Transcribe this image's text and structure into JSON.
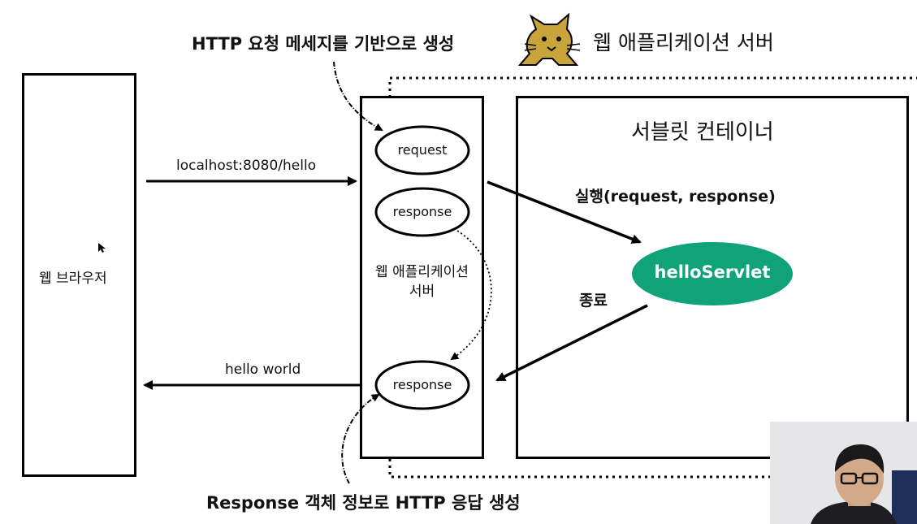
{
  "annotations": {
    "top": "HTTP 요청 메세지를 기반으로 생성",
    "bottom": "Response 객체 정보로 HTTP 응답 생성"
  },
  "server": {
    "title": "웹 애플리케이션 서버",
    "icon": "tomcat-icon",
    "inner_label_line1": "웹 애플리케이션",
    "inner_label_line2": "서버"
  },
  "browser": {
    "label": "웹 브라우저"
  },
  "arrows": {
    "request_url": "localhost:8080/hello",
    "response_text": "hello world",
    "execute": "실행(request, response)",
    "finish": "종료"
  },
  "nodes": {
    "request": "request",
    "response_top": "response",
    "response_bottom": "response"
  },
  "container": {
    "title": "서블릿 컨테이너",
    "servlet": "helloServlet",
    "servlet_color": "#10a37a"
  }
}
